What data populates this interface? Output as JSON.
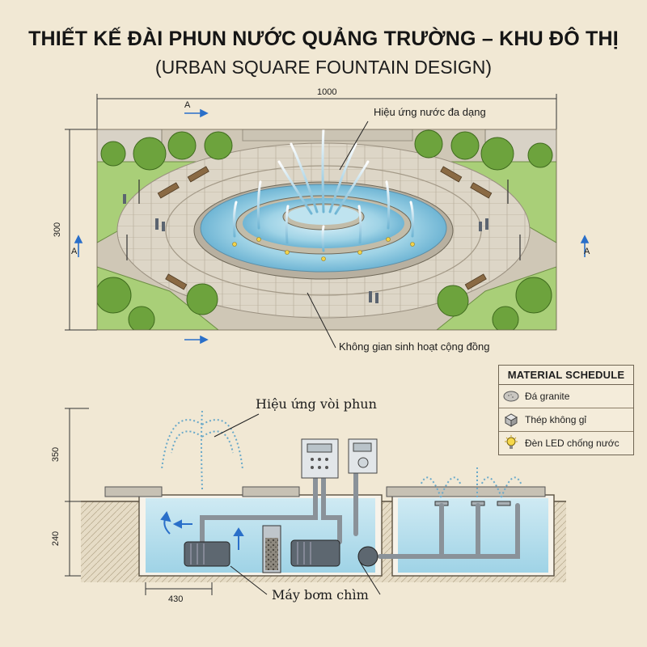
{
  "title": "THIẾT KẾ ĐÀI PHUN NƯỚC QUẢNG TRƯỜNG – KHU ĐÔ THỊ",
  "subtitle": "(URBAN SQUARE FOUNTAIN DESIGN)",
  "plan": {
    "dim_width": "1000",
    "dim_height": "300",
    "section_mark": "A",
    "callout_top": "Hiệu ứng nước đa dạng",
    "callout_bottom": "Không gian sinh hoạt cộng đồng"
  },
  "section": {
    "dim_upper": "350",
    "dim_lower": "240",
    "dim_pit": "430",
    "callout_jet": "Hiệu ứng vòi phun",
    "callout_pump": "Máy bơm chìm"
  },
  "material_schedule": {
    "title": "MATERIAL SCHEDULE",
    "items": [
      {
        "label": "Đá granite",
        "icon": "granite-stone-icon"
      },
      {
        "label": "Thép không gỉ",
        "icon": "steel-cube-icon"
      },
      {
        "label": "Đèn LED chống nước",
        "icon": "led-bulb-icon"
      }
    ]
  },
  "colors": {
    "paper": "#f1e8d4",
    "water": "#9fd3e6",
    "paving": "#d9d2c4",
    "grass": "#8fbf5a",
    "ink": "#2a2a2a",
    "arrow_blue": "#2a6fc9"
  }
}
